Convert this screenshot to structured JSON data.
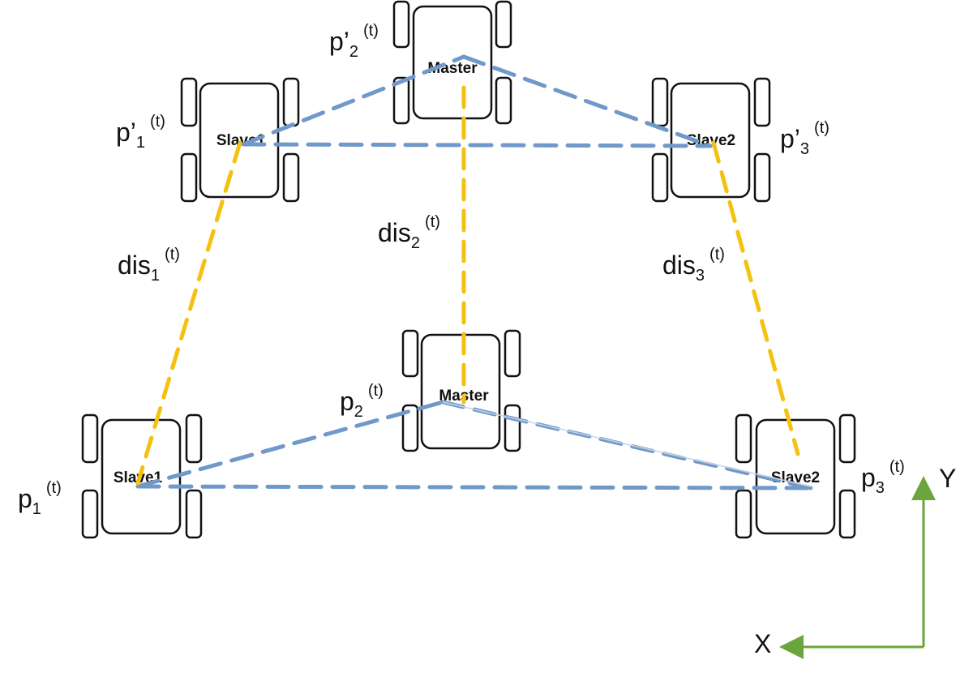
{
  "robots": {
    "master_target": "Master",
    "master_current": "Master",
    "slave1_target": "Slave1",
    "slave1_current": "Slave1",
    "slave2_target": "Slave2",
    "slave2_current": "Slave2"
  },
  "labels": {
    "p2_prime": {
      "base": "p’",
      "sub": "2",
      "sup": "(t)"
    },
    "p1_prime": {
      "base": "p’",
      "sub": "1",
      "sup": "(t)"
    },
    "p3_prime": {
      "base": "p’",
      "sub": "3",
      "sup": "(t)"
    },
    "p1": {
      "base": "p",
      "sub": "1",
      "sup": "(t)"
    },
    "p2": {
      "base": "p",
      "sub": "2",
      "sup": "(t)"
    },
    "p3": {
      "base": "p",
      "sub": "3",
      "sup": "(t)"
    },
    "dis1": {
      "base": "dis",
      "sub": "1",
      "sup": "(t)"
    },
    "dis2": {
      "base": "dis",
      "sub": "2",
      "sup": "(t)"
    },
    "dis3": {
      "base": "dis",
      "sub": "3",
      "sup": "(t)"
    }
  },
  "axes": {
    "x": "X",
    "y": "Y"
  },
  "colors": {
    "formation_line": "#7099c9",
    "distance_line": "#f5c110",
    "axis_arrow": "#6aa53d",
    "robot_outline": "#111111"
  }
}
